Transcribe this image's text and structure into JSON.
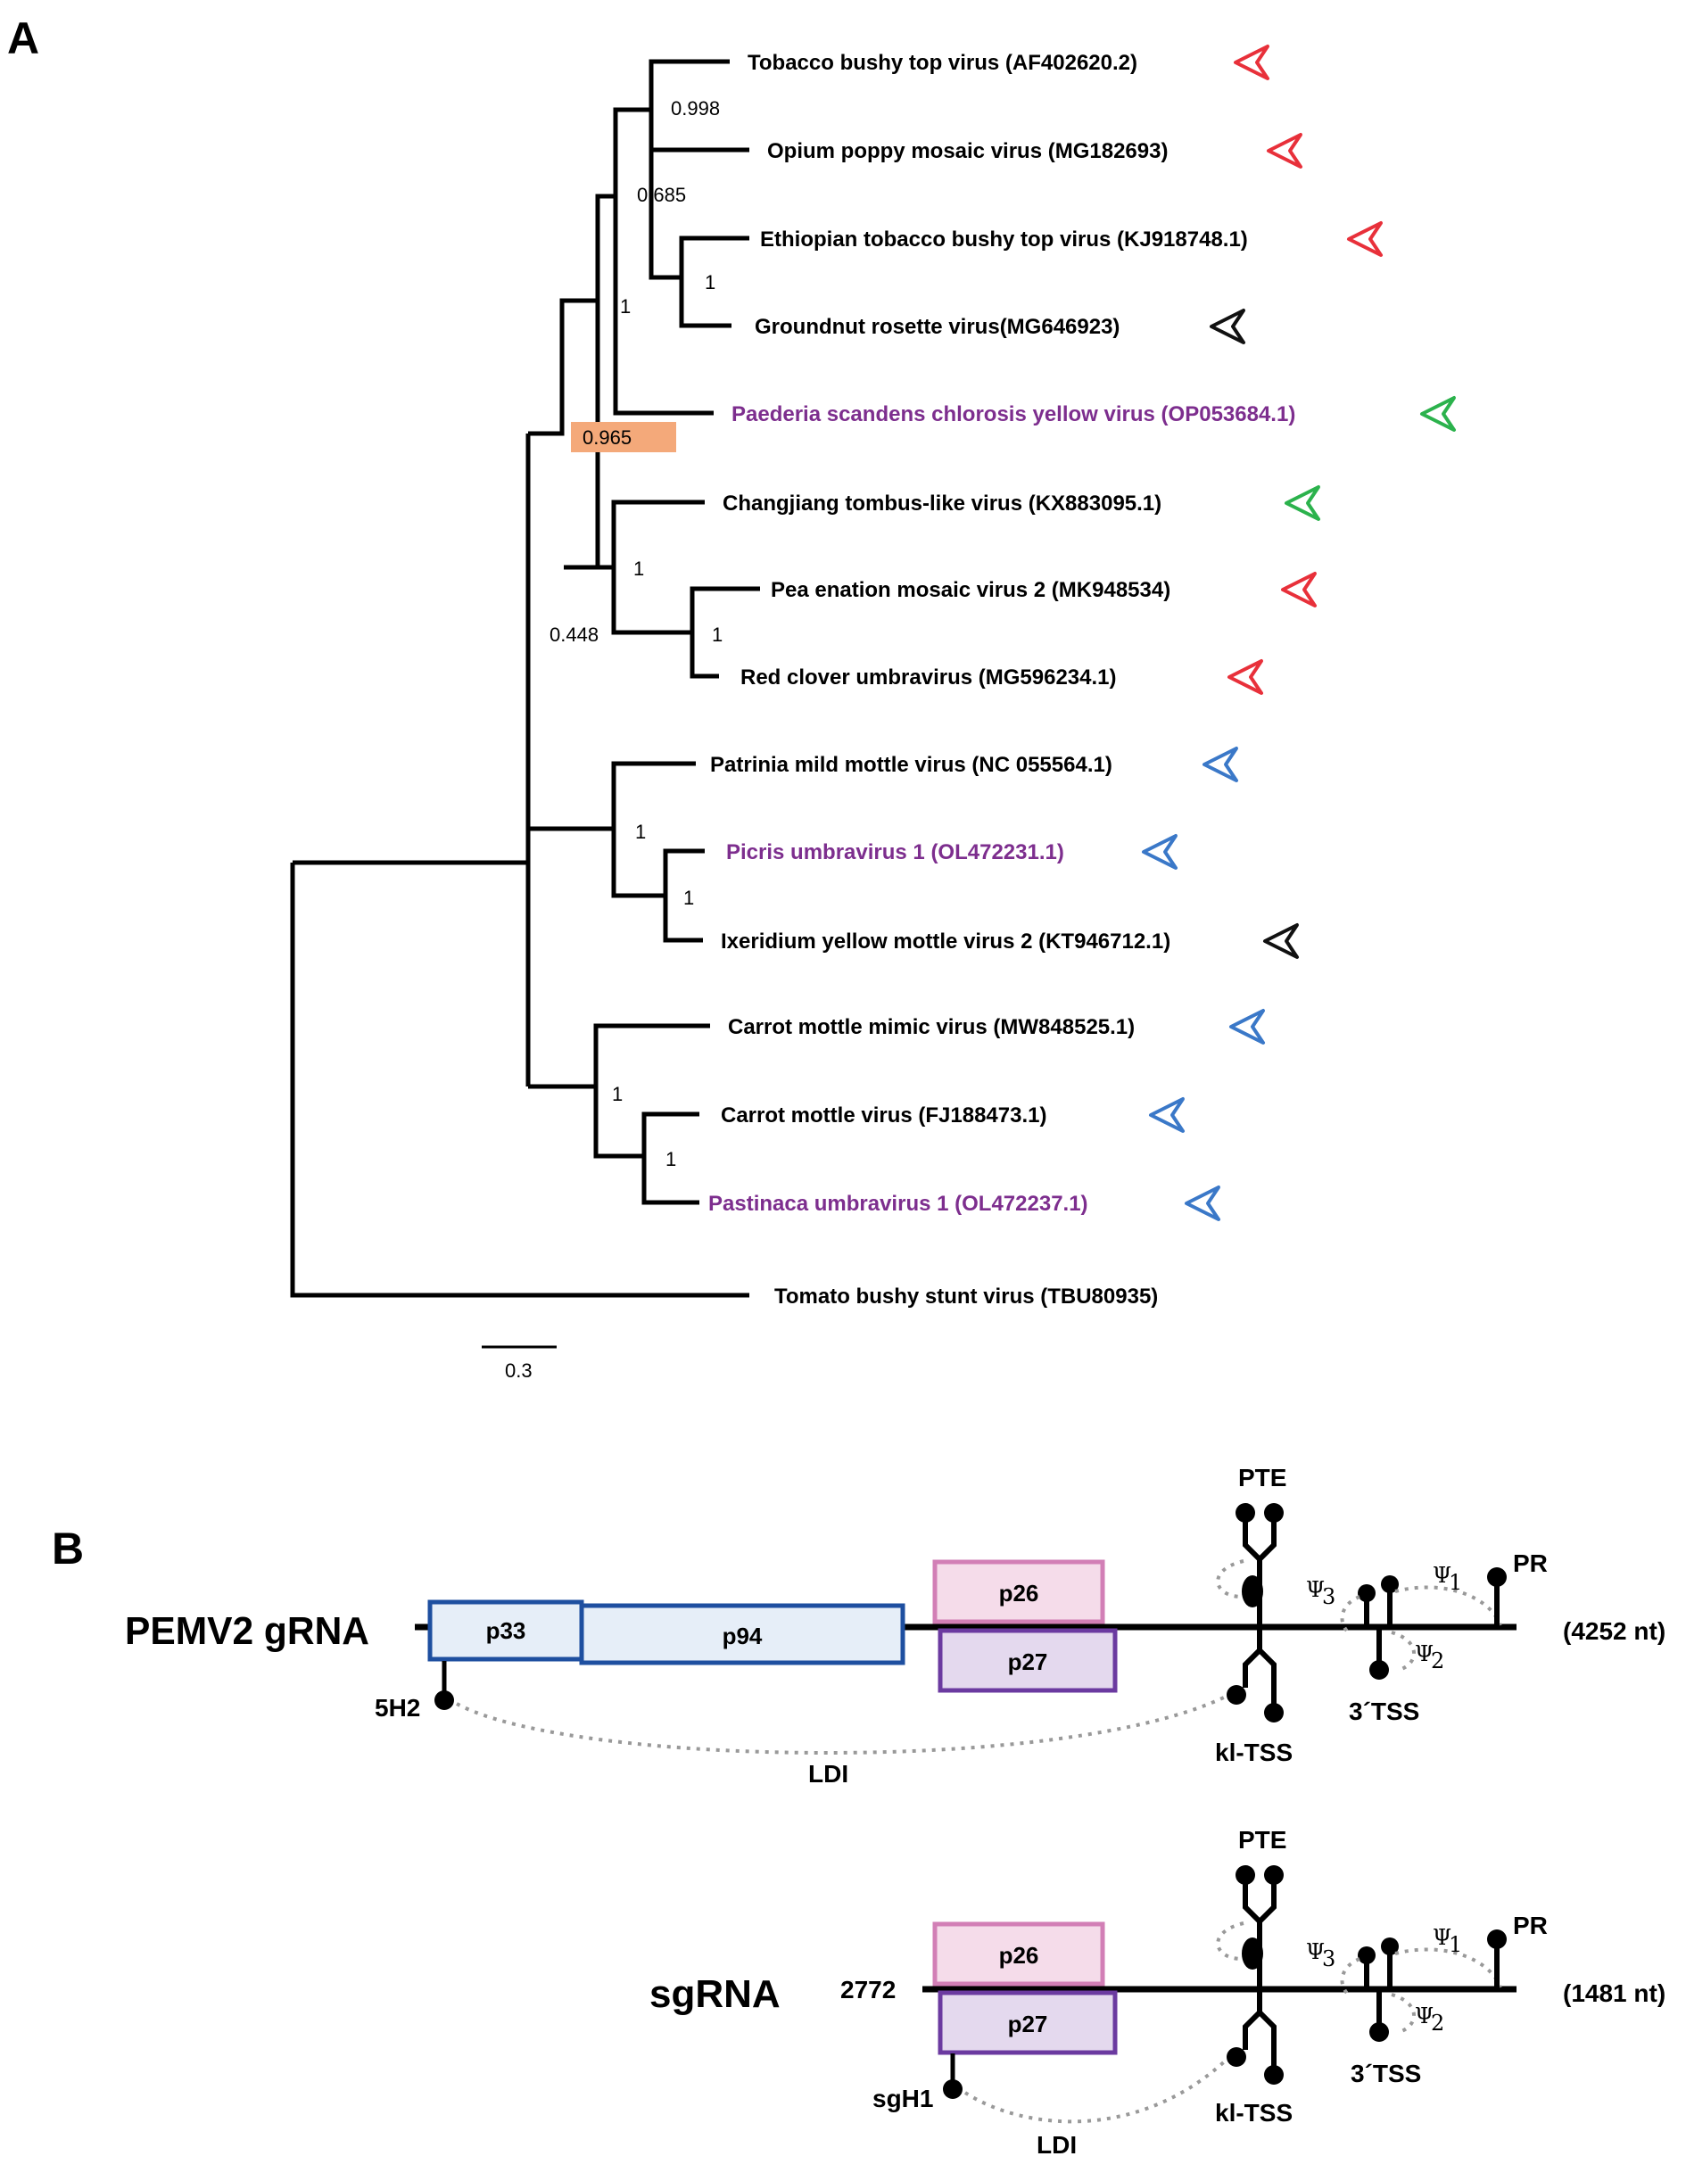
{
  "panel_a": {
    "label": "A",
    "scale_bar": "0.3",
    "taxa": [
      {
        "name": "Tobacco bushy top virus (AF402620.2)",
        "arrow_color": "#e8303a",
        "purple": false
      },
      {
        "name": "Opium poppy mosaic virus (MG182693)",
        "arrow_color": "#e8303a",
        "purple": false
      },
      {
        "name": "Ethiopian tobacco bushy top virus (KJ918748.1)",
        "arrow_color": "#e8303a",
        "purple": false
      },
      {
        "name": "Groundnut rosette virus(MG646923)",
        "arrow_color": "#111111",
        "purple": false
      },
      {
        "name": "Paederia scandens chlorosis yellow virus (OP053684.1)",
        "arrow_color": "#2bb24c",
        "purple": true
      },
      {
        "name": "Changjiang tombus-like virus (KX883095.1)",
        "arrow_color": "#2bb24c",
        "purple": false
      },
      {
        "name": "Pea enation mosaic virus 2 (MK948534)",
        "arrow_color": "#e8303a",
        "purple": false
      },
      {
        "name": "Red clover umbravirus (MG596234.1)",
        "arrow_color": "#e8303a",
        "purple": false
      },
      {
        "name": "Patrinia mild mottle virus (NC 055564.1)",
        "arrow_color": "#3a78c8",
        "purple": false
      },
      {
        "name": "Picris umbravirus 1 (OL472231.1)",
        "arrow_color": "#3a78c8",
        "purple": true
      },
      {
        "name": "Ixeridium yellow mottle virus 2 (KT946712.1)",
        "arrow_color": "#111111",
        "purple": false
      },
      {
        "name": "Carrot mottle mimic virus (MW848525.1)",
        "arrow_color": "#3a78c8",
        "purple": false
      },
      {
        "name": "Carrot mottle virus (FJ188473.1)",
        "arrow_color": "#3a78c8",
        "purple": false
      },
      {
        "name": "Pastinaca umbravirus 1 (OL472237.1)",
        "arrow_color": "#3a78c8",
        "purple": true
      },
      {
        "name": "Tomato  bushy  stunt  virus  (TBU80935)",
        "arrow_color": "",
        "purple": false
      }
    ],
    "support_values": {
      "s0998": "0.998",
      "s0685": "0.685",
      "s1_ethiopian": "1",
      "s1_outer": "1",
      "s0965": "0.965",
      "s1_changjiang": "1",
      "s0448": "0.448",
      "s1_pea": "1",
      "s1_patrinia": "1",
      "s1_picris": "1",
      "s1_carrot_clade": "1",
      "s1_carrot": "1"
    },
    "highlight_color": "#f4a97a"
  },
  "panel_b": {
    "label": "B",
    "grna": {
      "title": "PEMV2 gRNA",
      "length": "(4252 nt)",
      "boxes": {
        "p33": "p33",
        "p94": "p94",
        "p26": "p26",
        "p27": "p27"
      },
      "features": {
        "pte": "PTE",
        "pr": "PR",
        "tss3": "3´TSS",
        "kltss": "kl-TSS",
        "ldi": "LDI",
        "h5": "5H2"
      },
      "psi": {
        "psi1": "Ψ",
        "psi1_sub": "1",
        "psi2": "Ψ",
        "psi2_sub": "2",
        "psi3": "Ψ",
        "psi3_sub": "3"
      }
    },
    "sgrna": {
      "title": "sgRNA",
      "start": "2772",
      "length": "(1481 nt)",
      "boxes": {
        "p26": "p26",
        "p27": "p27"
      },
      "features": {
        "pte": "PTE",
        "pr": "PR",
        "tss3": "3´TSS",
        "kltss": "kl-TSS",
        "ldi": "LDI",
        "sgh1": "sgH1"
      },
      "psi": {
        "psi1": "Ψ",
        "psi1_sub": "1",
        "psi2": "Ψ",
        "psi2_sub": "2",
        "psi3": "Ψ",
        "psi3_sub": "3"
      }
    }
  }
}
